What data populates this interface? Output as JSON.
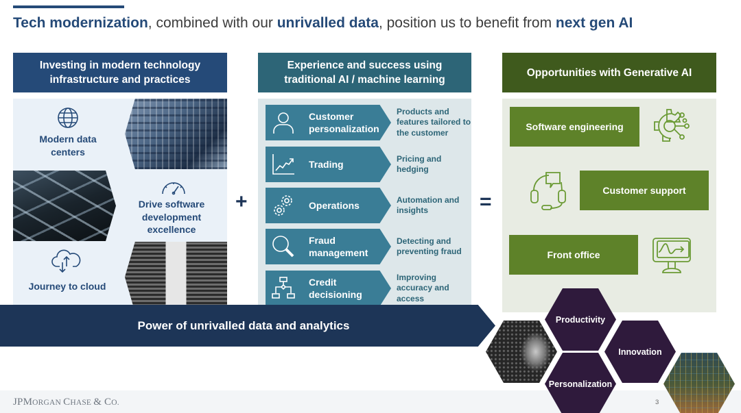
{
  "title": {
    "parts": [
      {
        "text": "Tech modernization",
        "bold": true
      },
      {
        "text": ", combined with our ",
        "bold": false
      },
      {
        "text": "unrivalled data",
        "bold": true
      },
      {
        "text": ", position us to benefit from ",
        "bold": false
      },
      {
        "text": "next gen AI",
        "bold": true
      }
    ]
  },
  "columns": {
    "infrastructure": {
      "header": "Investing in modern technology infrastructure and practices",
      "items": [
        {
          "label": "Modern data centers",
          "icon": "globe-icon"
        },
        {
          "label": "Drive software development excellence",
          "icon": "speedometer-icon"
        },
        {
          "label": "Journey to cloud",
          "icon": "cloud-upload-download-icon"
        }
      ],
      "images": [
        "circuit-board-photo",
        "highway-interchange-photo",
        "server-room-photo"
      ]
    },
    "traditional_ai": {
      "header": "Experience and success using traditional AI / machine learning",
      "items": [
        {
          "label": "Customer personalization",
          "description": "Products and features tailored to the customer",
          "icon": "person-icon"
        },
        {
          "label": "Trading",
          "description": "Pricing and hedging",
          "icon": "trending-chart-icon"
        },
        {
          "label": "Operations",
          "description": "Automation and insights",
          "icon": "gears-icon"
        },
        {
          "label": "Fraud management",
          "description": "Detecting and preventing fraud",
          "icon": "magnifier-icon"
        },
        {
          "label": "Credit decisioning",
          "description": "Improving accuracy and access",
          "icon": "flowchart-icon"
        }
      ]
    },
    "generative_ai": {
      "header": "Opportunities with Generative AI",
      "items": [
        {
          "label": "Software engineering",
          "icon": "gear-circuit-icon"
        },
        {
          "label": "Customer support",
          "icon": "headset-icon"
        },
        {
          "label": "Front office",
          "icon": "monitor-chart-icon"
        }
      ]
    }
  },
  "operators": {
    "plus": "+",
    "equals": "="
  },
  "banner": {
    "text": "Power of unrivalled data and analytics"
  },
  "hexagons": [
    {
      "label": "Productivity"
    },
    {
      "label": "Innovation"
    },
    {
      "label": "Personalization"
    }
  ],
  "footer": {
    "logo_parts": [
      {
        "text": "JPM",
        "small": false
      },
      {
        "text": "ORGAN ",
        "small": true
      },
      {
        "text": "C",
        "small": false
      },
      {
        "text": "HASE ",
        "small": true
      },
      {
        "text": "& C",
        "small": false
      },
      {
        "text": "O.",
        "small": true
      }
    ],
    "page_number": "3"
  },
  "colors": {
    "navy": "#254a78",
    "teal": "#2d6577",
    "teal_chevron": "#3a7d96",
    "dark_green": "#3f5a1d",
    "green": "#5e8229",
    "purple": "#2f1a3c",
    "banner": "#1d3557"
  }
}
